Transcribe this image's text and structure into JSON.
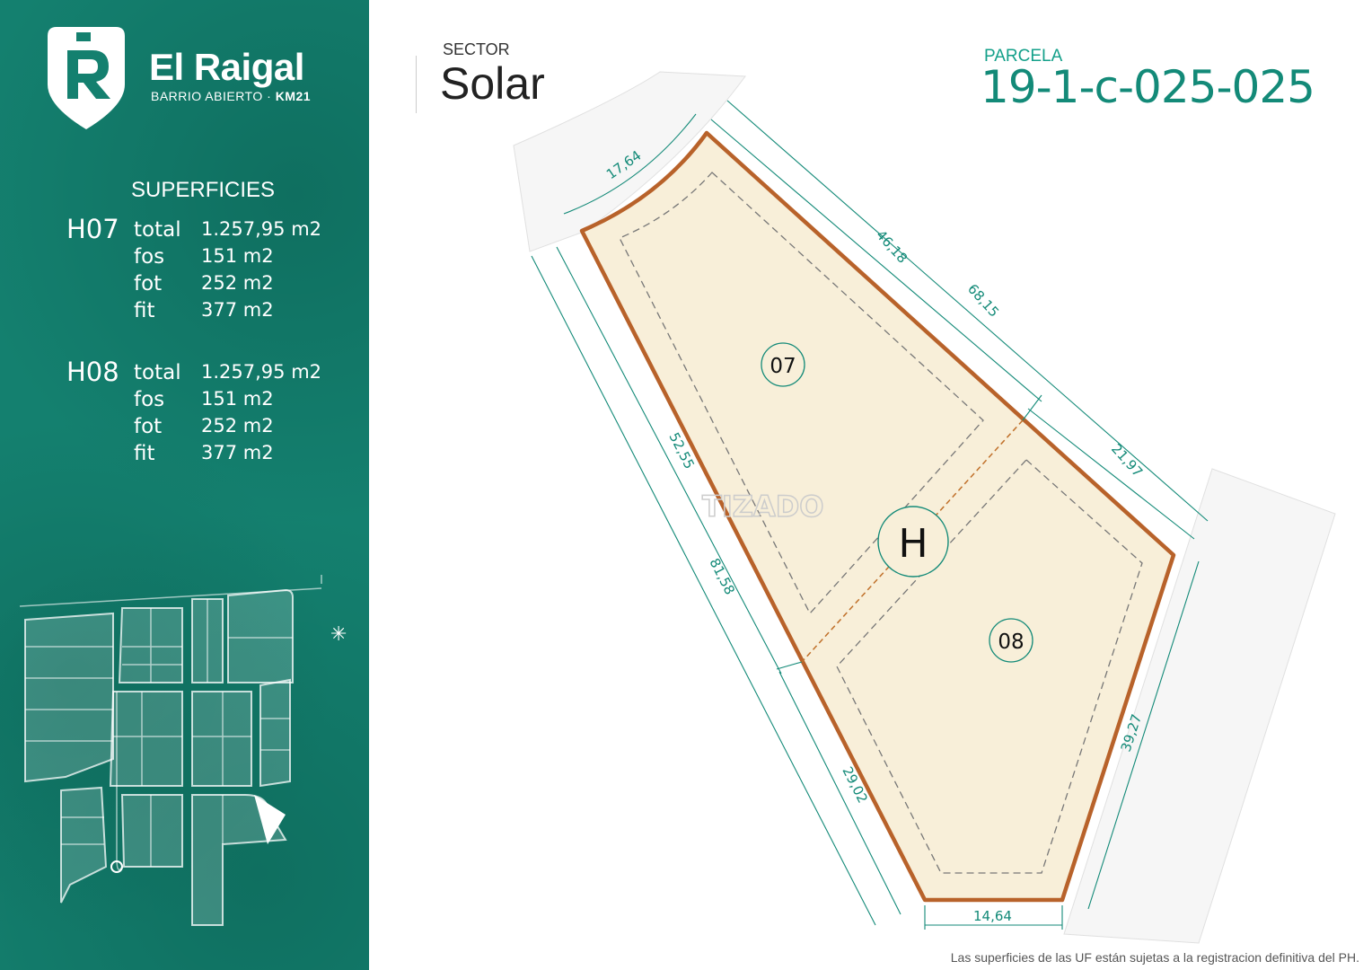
{
  "brand": {
    "name": "El Raigal",
    "subtitle": "BARRIO ABIERTO",
    "km": "KM21",
    "logo_letter": "R"
  },
  "superficies": {
    "title": "SUPERFICIES",
    "lots": [
      {
        "code": "H07",
        "rows": [
          {
            "label": "total",
            "value": "1.257,95 m2"
          },
          {
            "label": "fos",
            "value": "151 m2"
          },
          {
            "label": "fot",
            "value": "252 m2"
          },
          {
            "label": "fit",
            "value": "377  m2"
          }
        ]
      },
      {
        "code": "H08",
        "rows": [
          {
            "label": "total",
            "value": "1.257,95 m2"
          },
          {
            "label": "fos",
            "value": "151 m2"
          },
          {
            "label": "fot",
            "value": "252 m2"
          },
          {
            "label": "fit",
            "value": "377  m2"
          }
        ]
      }
    ]
  },
  "sector": {
    "label": "SECTOR",
    "value": "Solar"
  },
  "parcela": {
    "label": "PARCELA",
    "value": "19-1-c-025-025"
  },
  "plan": {
    "lot_a": "07",
    "lot_b": "08",
    "group": "H",
    "dimensions": {
      "arc": "17,64",
      "d1": "46,18",
      "d2": "68,15",
      "d3": "21,97",
      "d4": "52,55",
      "d5": "81,58",
      "d6": "29,02",
      "d7": "14,64",
      "d8": "39,27"
    },
    "watermark": "TIZADO",
    "colors": {
      "boundary": "#b8622a",
      "fill": "#f8efd9",
      "dim": "#138a78"
    }
  },
  "footer": "Las superficies de las UF están sujetas a la registracion definitiva del PH."
}
